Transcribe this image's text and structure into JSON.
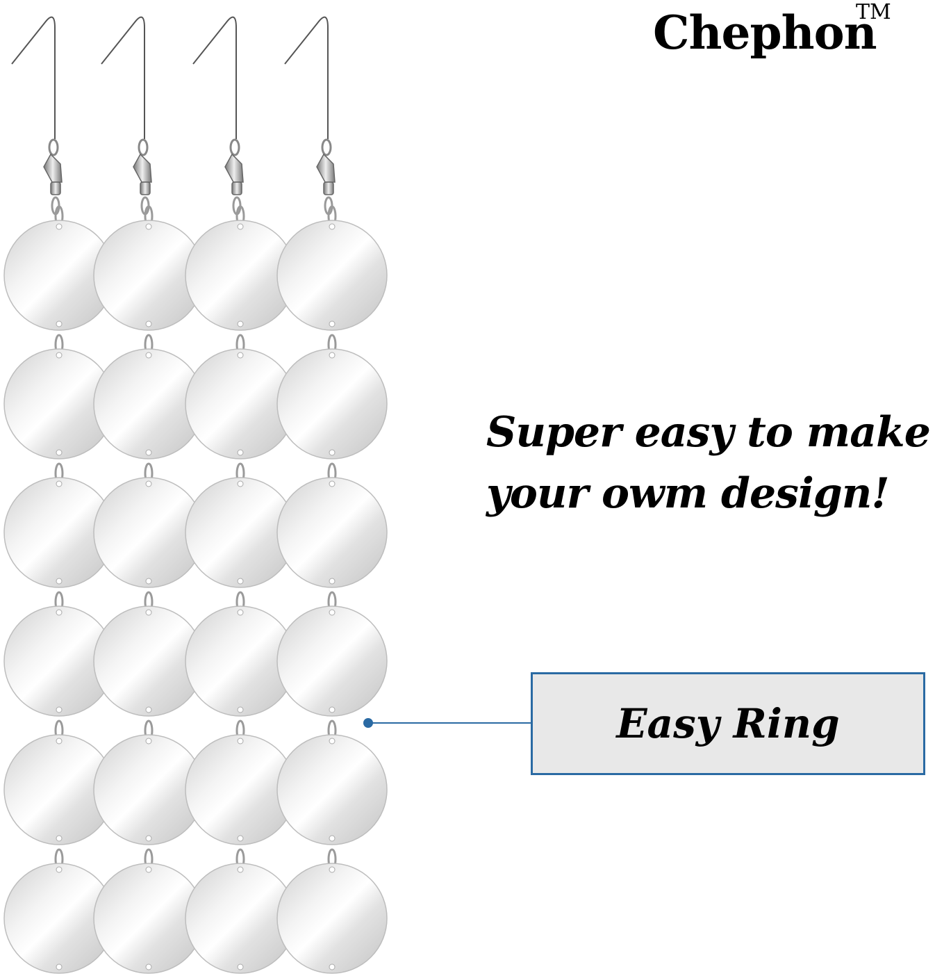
{
  "brand": {
    "name": "Chephon",
    "trademark": "TM"
  },
  "headline": {
    "line1": "Super easy to make",
    "line2": "your owm design!"
  },
  "callout": {
    "label": "Easy Ring"
  },
  "product": {
    "strands": 4,
    "discs_per_strand": 6
  },
  "colors": {
    "callout_border": "#2a6aa3",
    "callout_fill": "#e8e8e8",
    "leader": "#2a6aa3",
    "disc": "#e6e6e6",
    "wire": "#555555"
  }
}
